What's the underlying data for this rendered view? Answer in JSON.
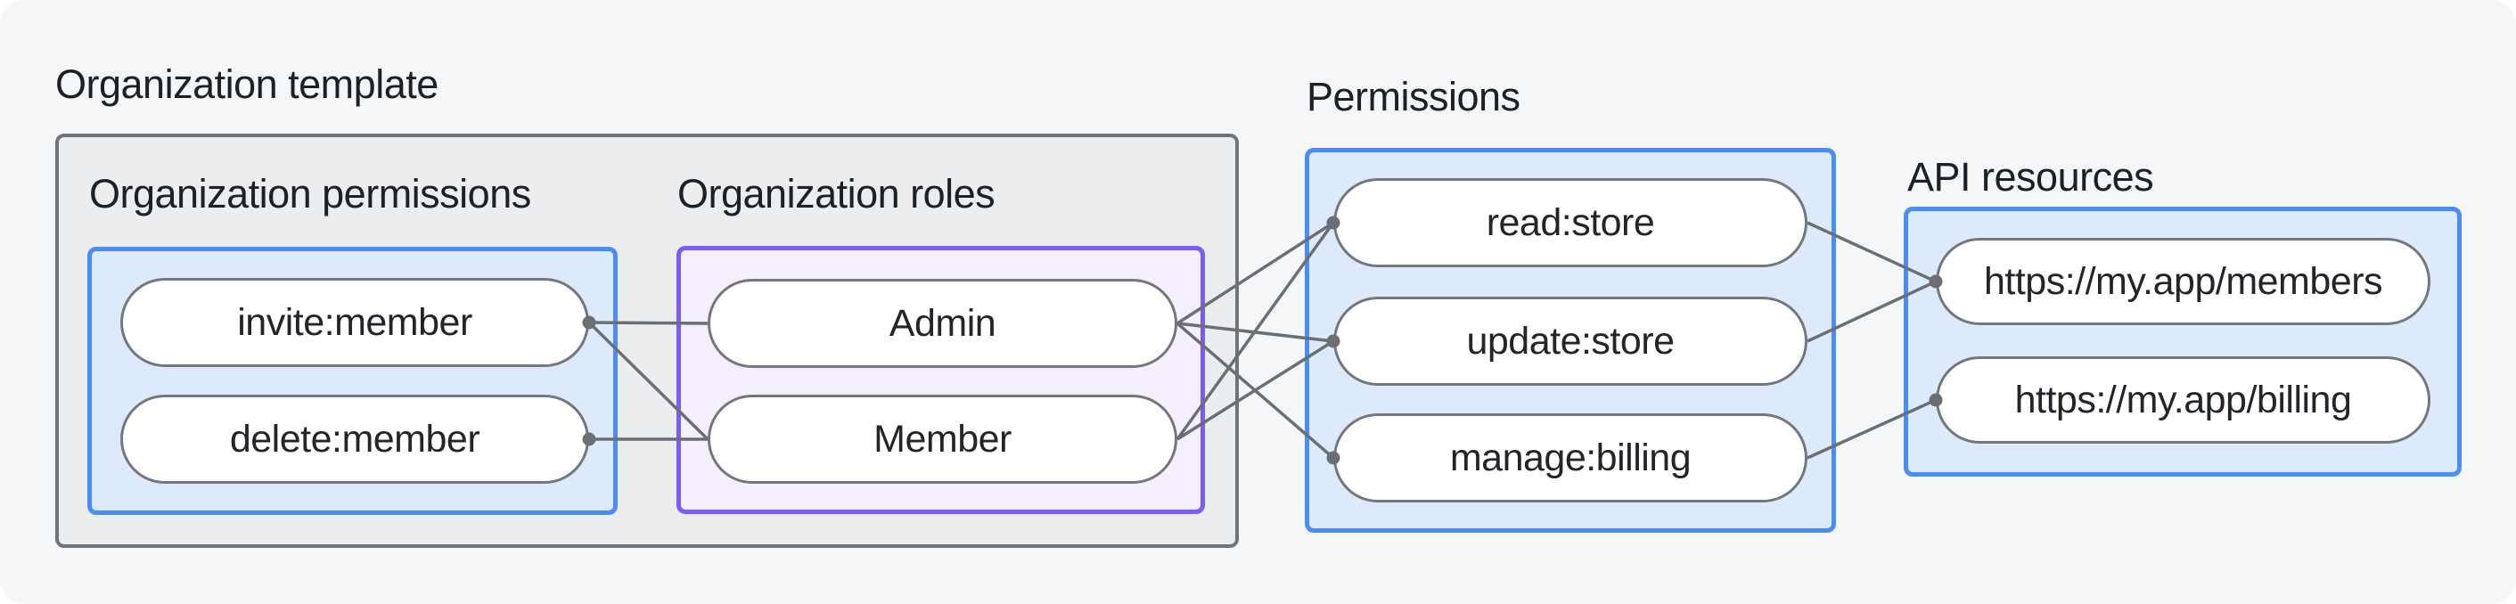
{
  "title": "Organization template",
  "groups": {
    "org_permissions": {
      "heading": "Organization permissions",
      "nodes": [
        {
          "id": "invite",
          "label": "invite:member"
        },
        {
          "id": "delete",
          "label": "delete:member"
        }
      ]
    },
    "org_roles": {
      "heading": "Organization roles",
      "nodes": [
        {
          "id": "admin",
          "label": "Admin"
        },
        {
          "id": "member",
          "label": "Member"
        }
      ]
    },
    "permissions": {
      "heading": "Permissions",
      "nodes": [
        {
          "id": "read",
          "label": "read:store"
        },
        {
          "id": "update",
          "label": "update:store"
        },
        {
          "id": "manage",
          "label": "manage:billing"
        }
      ]
    },
    "api_resources": {
      "heading": "API resources",
      "nodes": [
        {
          "id": "members_api",
          "label": "https://my.app/members"
        },
        {
          "id": "billing_api",
          "label": "https://my.app/billing"
        }
      ]
    }
  },
  "edges": [
    {
      "from": "invite",
      "to": "admin"
    },
    {
      "from": "invite",
      "to": "member"
    },
    {
      "from": "delete",
      "to": "member"
    },
    {
      "from": "admin",
      "to": "read"
    },
    {
      "from": "admin",
      "to": "update"
    },
    {
      "from": "admin",
      "to": "manage"
    },
    {
      "from": "member",
      "to": "read"
    },
    {
      "from": "member",
      "to": "update"
    },
    {
      "from": "read",
      "to": "members_api"
    },
    {
      "from": "update",
      "to": "members_api"
    },
    {
      "from": "manage",
      "to": "billing_api"
    }
  ],
  "dots": [
    {
      "node": "invite",
      "side": "right"
    },
    {
      "node": "delete",
      "side": "right"
    },
    {
      "node": "read",
      "side": "left"
    },
    {
      "node": "update",
      "side": "left"
    },
    {
      "node": "manage",
      "side": "left"
    },
    {
      "node": "members_api",
      "side": "left"
    },
    {
      "node": "billing_api",
      "side": "left"
    }
  ],
  "colors": {
    "canvas_bg": "#f5f6f7",
    "gray_box_fill": "#ebedee",
    "gray_border": "#70747a",
    "accent_blue": "#4a8df7",
    "blue_fill": "#ddeafc",
    "accent_purple": "#7c5cf8",
    "purple_fill": "#f4eefd",
    "pill_border": "#74777c",
    "pill_text": "#22262b",
    "heading_text": "#1d2126",
    "line": "#6b6f74"
  }
}
